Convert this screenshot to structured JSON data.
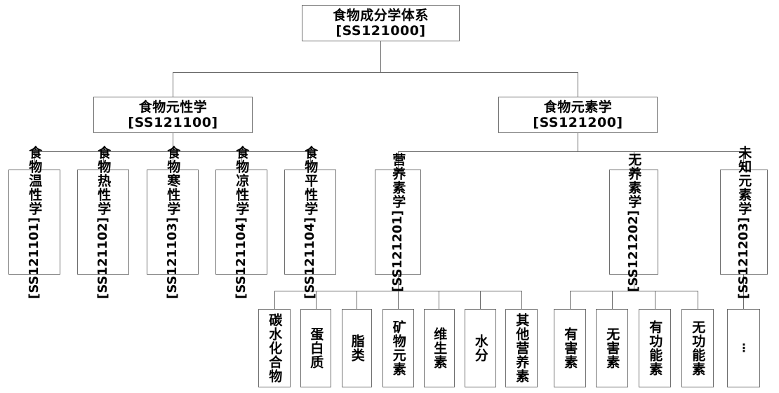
{
  "diagram": {
    "title_root": "食物成分学体系",
    "root": {
      "label": "食物成分学体系",
      "code": "[SS121000]"
    },
    "level2": [
      {
        "label": "食物元性学",
        "code": "[SS121100]"
      },
      {
        "label": "食物元素学",
        "code": "[SS121200]"
      }
    ],
    "level3_left": [
      {
        "label": "食物温性学",
        "code": "[SS121101]"
      },
      {
        "label": "食物热性学",
        "code": "[SS121102]"
      },
      {
        "label": "食物寒性学",
        "code": "[SS121103]"
      },
      {
        "label": "食物凉性学",
        "code": "[SS121104]"
      },
      {
        "label": "食物平性学",
        "code": "[SS121104]"
      }
    ],
    "level3_right": [
      {
        "label": "营养素学",
        "code": "[SS121201]"
      },
      {
        "label": "无养素学",
        "code": "[SS121202]"
      },
      {
        "label": "未知元素学",
        "code": "[SS121203]"
      }
    ],
    "leaves_nutrient": [
      {
        "label": "碳水化合物"
      },
      {
        "label": "蛋白质"
      },
      {
        "label": "脂类"
      },
      {
        "label": "矿物元素"
      },
      {
        "label": "维生素"
      },
      {
        "label": "水分"
      },
      {
        "label": "其他营养素"
      }
    ],
    "leaves_nonnutrient": [
      {
        "label": "有害素"
      },
      {
        "label": "无害素"
      },
      {
        "label": "有功能素"
      },
      {
        "label": "无功能素"
      }
    ],
    "leaves_unknown": [
      {
        "label": "⋮"
      }
    ],
    "colors": {
      "border": "#6e6e6e",
      "connector": "#6b6b6b",
      "background": "#ffffff",
      "text": "#000000"
    }
  }
}
